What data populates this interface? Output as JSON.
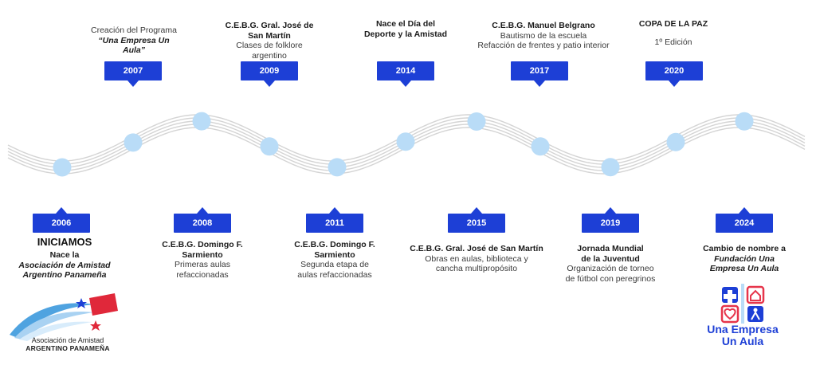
{
  "colors": {
    "accent": "#1d3fd6",
    "node": "#b9dcf7",
    "wave": "#d4d4d4",
    "flag_red": "#e0283a",
    "logo_red": "#e6354b"
  },
  "events": {
    "e2006": {
      "year": "2006",
      "l1": "INICIAMOS",
      "l2": "Nace la",
      "l3": "Asociación de Amistad",
      "l4": "Argentino Panameña"
    },
    "e2007": {
      "year": "2007",
      "l1": "Creación del Programa",
      "l2": "“Una Empresa Un",
      "l3": "Aula”"
    },
    "e2008": {
      "year": "2008",
      "l1": "C.E.B.G. Domingo F.",
      "l2": "Sarmiento",
      "l3": "Primeras aulas",
      "l4": "refaccionadas"
    },
    "e2009": {
      "year": "2009",
      "l1": "C.E.B.G. Gral. José de",
      "l2": "San Martín",
      "l3": "Clases de folklore",
      "l4": "argentino"
    },
    "e2011": {
      "year": "2011",
      "l1": "C.E.B.G. Domingo F.",
      "l2": "Sarmiento",
      "l3": "Segunda etapa de",
      "l4": "aulas refaccionadas"
    },
    "e2014": {
      "year": "2014",
      "l1": "Nace el Día del",
      "l2": "Deporte y la Amistad"
    },
    "e2015": {
      "year": "2015",
      "l1": "C.E.B.G. Gral. José de San Martín",
      "l2": "Obras en aulas, biblioteca y",
      "l3": "cancha multipropósito"
    },
    "e2017": {
      "year": "2017",
      "l1": "C.E.B.G. Manuel Belgrano",
      "l2": "Bautismo de la escuela",
      "l3": "Refacción de frentes y patio interior"
    },
    "e2019": {
      "year": "2019",
      "l1": "Jornada Mundial",
      "l2": "de la Juventud",
      "l3": "Organización de torneo",
      "l4": "de fútbol con peregrinos"
    },
    "e2020": {
      "year": "2020",
      "l1": "COPA DE LA PAZ",
      "l2": "1º Edición"
    },
    "e2024": {
      "year": "2024",
      "l1": "Cambio de nombre a",
      "l2": "Fundación Una",
      "l3": "Empresa Un Aula"
    }
  },
  "logos": {
    "left": {
      "line1": "Asociación de Amistad",
      "line2": "ARGENTINO PANAMEÑA"
    },
    "right": {
      "line1": "Una Empresa",
      "line2": "Un Aula"
    }
  }
}
